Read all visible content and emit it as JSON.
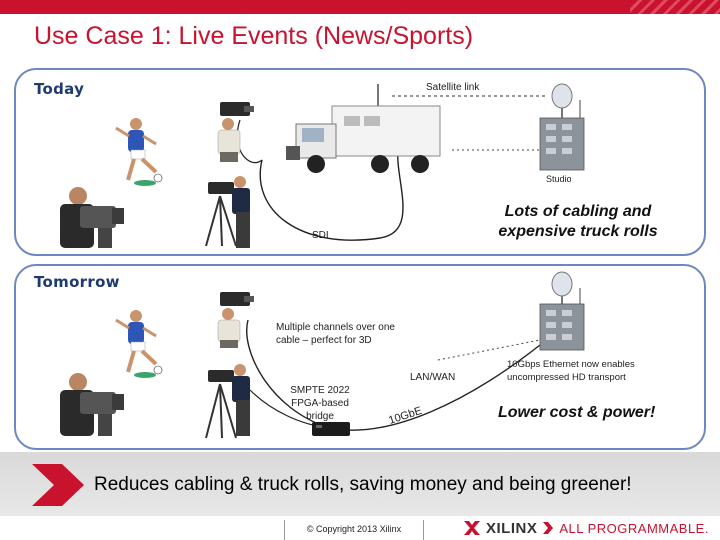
{
  "slide": {
    "title": "Use Case 1: Live Events (News/Sports)"
  },
  "today": {
    "label": "Today",
    "satellite_label": "Satellite link",
    "sdi_label": "SDI",
    "callout": "Lots of cabling and expensive truck rolls",
    "studio_label": "Studio"
  },
  "tomorrow": {
    "label": "Tomorrow",
    "multi_channel_note": "Multiple channels over one cable – perfect for 3D",
    "lan_label": "LAN/WAN",
    "bridge_note": "SMPTE 2022 FPGA-based bridge",
    "ethernet_note": "10Gbps Ethernet now enables uncompressed HD transport",
    "tengbe_label": "10GbE",
    "callout": "Lower cost & power!"
  },
  "banner": {
    "text": "Reduces cabling & truck rolls, saving money and being greener!"
  },
  "footer": {
    "copyright": "© Copyright 2013 Xilinx",
    "brand": "XILINX",
    "tagline": "ALL PROGRAMMABLE."
  },
  "colors": {
    "accent_red": "#c8122e",
    "panel_border": "#6f87c0",
    "label_blue": "#1f3a6e"
  }
}
